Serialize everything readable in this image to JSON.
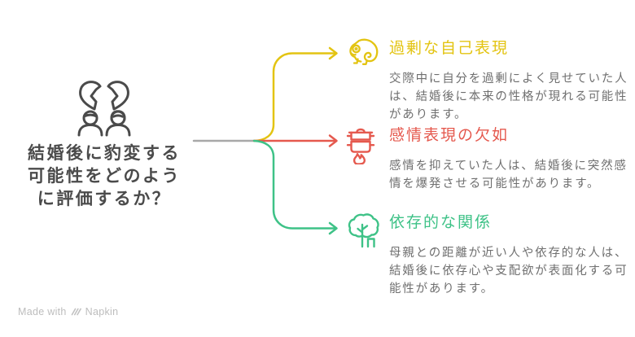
{
  "page": {
    "background": "#ffffff",
    "watermark": {
      "prefix": "Made with",
      "brand": "Napkin",
      "color": "#BDBDBD",
      "logo_icon": "napkin-logo-icon"
    }
  },
  "subject": {
    "icon": "broken-heart-couple-icon",
    "icon_color": "#4A4A4A",
    "title": "結婚後に豹変する\n可能性をどのよう\nに評価するか？",
    "text_color": "#4B4B4B"
  },
  "connector": {
    "trunk_color": "#A8A8A8"
  },
  "description_color": "#6F6F6F",
  "branches": [
    {
      "id": "excessive-self-expression",
      "icon": "chameleon-icon",
      "color": "#E3C412",
      "title": "過剰な自己表現",
      "description": "交際中に自分を過剰によく見せていた人\nは、結婚後に本来の性格が現れる可能性\nがあります。"
    },
    {
      "id": "lack-of-emotional-expression",
      "icon": "pressure-pot-icon",
      "color": "#E5594E",
      "title": "感情表現の欠如",
      "description": "感情を抑えていた人は、結婚後に突然感\n情を爆発させる可能性があります。"
    },
    {
      "id": "dependent-relationship",
      "icon": "tree-icon",
      "color": "#3EC287",
      "title": "依存的な関係",
      "description": "母親との距離が近い人や依存的な人は、\n結婚後に依存心や支配欲が表面化する可\n能性があります。"
    }
  ]
}
